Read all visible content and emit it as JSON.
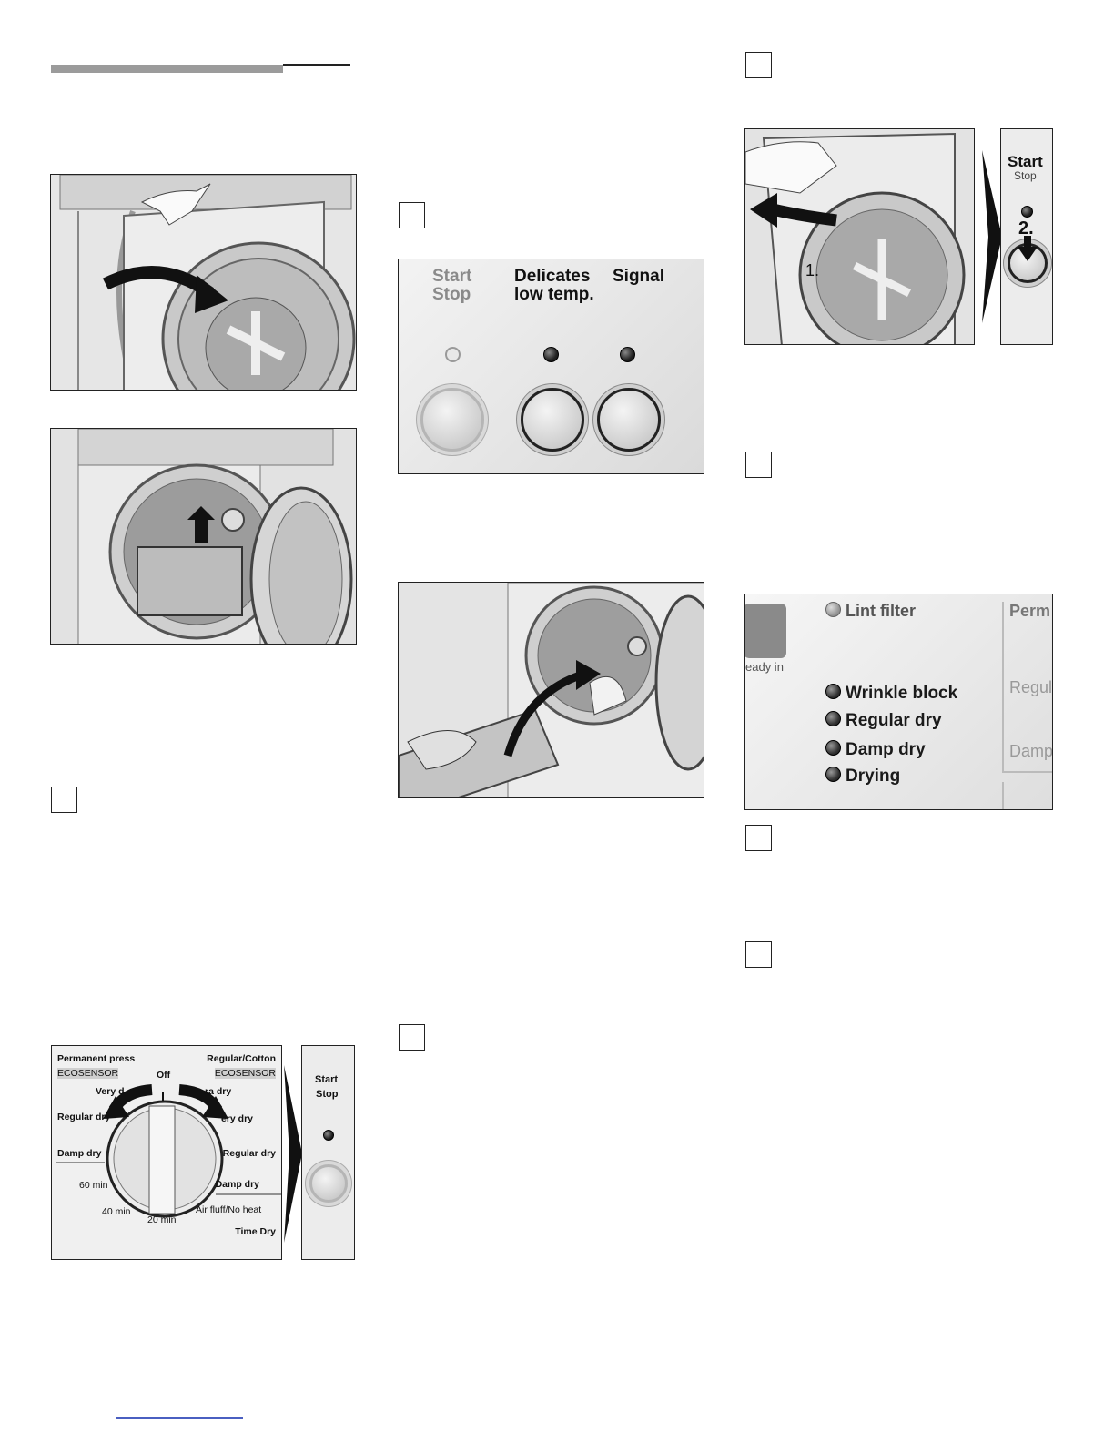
{
  "header": {
    "accent_color": "#999999",
    "rule_color": "#222222"
  },
  "step_boxes": [
    "",
    "",
    "",
    "",
    "",
    "",
    "",
    ""
  ],
  "figure_control_panel": {
    "start_label_line1": "Start",
    "start_label_line2": "Stop",
    "delicates_label_line1": "Delicates",
    "delicates_label_line2": "low temp.",
    "signal_label": "Signal"
  },
  "figure_door_start": {
    "start_label": "Start",
    "stop_label": "Stop",
    "step1_label": "1.",
    "step2_label": "2."
  },
  "figure_display": {
    "lint_filter_label": "Lint filter",
    "ready_in_label": "eady in",
    "indicators": [
      "Wrinkle block",
      "Regular dry",
      "Damp dry",
      "Drying"
    ],
    "right_labels": [
      "Perm",
      "Regul",
      "Damp"
    ]
  },
  "figure_dial": {
    "left_top_label": "Permanent press",
    "left_eco_label": "ECOSENSOR",
    "right_top_label": "Regular/Cotton",
    "right_eco_label": "ECOSENSOR",
    "off_label": "Off",
    "very_dry_left": "Very d",
    "very_dry_right_a": "ra dry",
    "very_dry_right_b": "ery dry",
    "regular_dry_left": "Regular dry",
    "damp_dry_left": "Damp dry",
    "regular_dry_right": "Regular dry",
    "damp_dry_right": "Damp dry",
    "min60": "60 min",
    "min40": "40 min",
    "min20": "20 min",
    "air_fluff": "Air fluff/No heat",
    "time_dry": "Time Dry",
    "start_label": "Start",
    "stop_label": "Stop"
  }
}
